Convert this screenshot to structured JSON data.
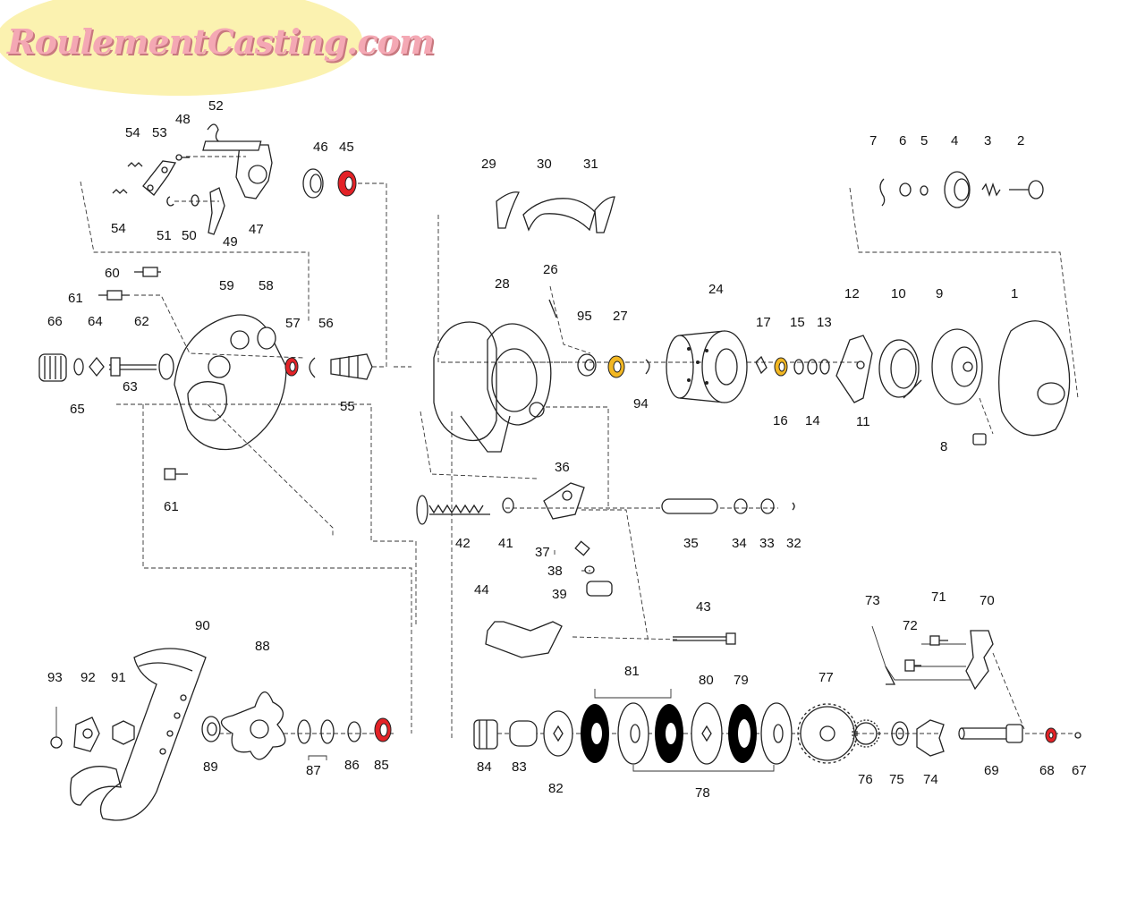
{
  "brand": {
    "logo_text": "RoulementCasting.com",
    "logo_bg": "#fbf2b0",
    "logo_color": "#f4a8b4"
  },
  "colors": {
    "bearing_red": "#e32227",
    "bearing_gold": "#f2b722",
    "black_washer": "#000000"
  },
  "labels": [
    {
      "id": "1",
      "text": "1"
    },
    {
      "id": "2",
      "text": "2"
    },
    {
      "id": "3",
      "text": "3"
    },
    {
      "id": "4",
      "text": "4"
    },
    {
      "id": "5",
      "text": "5"
    },
    {
      "id": "6",
      "text": "6"
    },
    {
      "id": "7",
      "text": "7"
    },
    {
      "id": "8",
      "text": "8"
    },
    {
      "id": "9",
      "text": "9"
    },
    {
      "id": "10",
      "text": "10"
    },
    {
      "id": "11",
      "text": "11"
    },
    {
      "id": "12",
      "text": "12"
    },
    {
      "id": "13",
      "text": "13"
    },
    {
      "id": "14",
      "text": "14"
    },
    {
      "id": "15",
      "text": "15"
    },
    {
      "id": "16",
      "text": "16"
    },
    {
      "id": "17",
      "text": "17"
    },
    {
      "id": "24",
      "text": "24"
    },
    {
      "id": "26",
      "text": "26"
    },
    {
      "id": "27",
      "text": "27"
    },
    {
      "id": "28",
      "text": "28"
    },
    {
      "id": "29",
      "text": "29"
    },
    {
      "id": "30",
      "text": "30"
    },
    {
      "id": "31",
      "text": "31"
    },
    {
      "id": "32",
      "text": "32"
    },
    {
      "id": "33",
      "text": "33"
    },
    {
      "id": "34",
      "text": "34"
    },
    {
      "id": "35",
      "text": "35"
    },
    {
      "id": "36",
      "text": "36"
    },
    {
      "id": "37",
      "text": "37"
    },
    {
      "id": "38",
      "text": "38"
    },
    {
      "id": "39",
      "text": "39"
    },
    {
      "id": "41",
      "text": "41"
    },
    {
      "id": "42",
      "text": "42"
    },
    {
      "id": "43",
      "text": "43"
    },
    {
      "id": "44",
      "text": "44"
    },
    {
      "id": "45",
      "text": "45"
    },
    {
      "id": "46",
      "text": "46"
    },
    {
      "id": "47",
      "text": "47"
    },
    {
      "id": "48",
      "text": "48"
    },
    {
      "id": "49",
      "text": "49"
    },
    {
      "id": "50",
      "text": "50"
    },
    {
      "id": "51",
      "text": "51"
    },
    {
      "id": "52",
      "text": "52"
    },
    {
      "id": "53",
      "text": "53"
    },
    {
      "id": "54a",
      "text": "54"
    },
    {
      "id": "54b",
      "text": "54"
    },
    {
      "id": "55",
      "text": "55"
    },
    {
      "id": "56",
      "text": "56"
    },
    {
      "id": "57",
      "text": "57"
    },
    {
      "id": "58",
      "text": "58"
    },
    {
      "id": "59",
      "text": "59"
    },
    {
      "id": "60",
      "text": "60"
    },
    {
      "id": "61a",
      "text": "61"
    },
    {
      "id": "61b",
      "text": "61"
    },
    {
      "id": "62",
      "text": "62"
    },
    {
      "id": "63",
      "text": "63"
    },
    {
      "id": "64",
      "text": "64"
    },
    {
      "id": "65",
      "text": "65"
    },
    {
      "id": "66",
      "text": "66"
    },
    {
      "id": "67",
      "text": "67"
    },
    {
      "id": "68",
      "text": "68"
    },
    {
      "id": "69",
      "text": "69"
    },
    {
      "id": "70",
      "text": "70"
    },
    {
      "id": "71",
      "text": "71"
    },
    {
      "id": "72",
      "text": "72"
    },
    {
      "id": "73",
      "text": "73"
    },
    {
      "id": "74",
      "text": "74"
    },
    {
      "id": "75",
      "text": "75"
    },
    {
      "id": "76",
      "text": "76"
    },
    {
      "id": "77",
      "text": "77"
    },
    {
      "id": "78",
      "text": "78"
    },
    {
      "id": "79",
      "text": "79"
    },
    {
      "id": "80",
      "text": "80"
    },
    {
      "id": "81",
      "text": "81"
    },
    {
      "id": "82",
      "text": "82"
    },
    {
      "id": "83",
      "text": "83"
    },
    {
      "id": "84",
      "text": "84"
    },
    {
      "id": "85",
      "text": "85"
    },
    {
      "id": "86",
      "text": "86"
    },
    {
      "id": "87",
      "text": "87"
    },
    {
      "id": "88",
      "text": "88"
    },
    {
      "id": "89",
      "text": "89"
    },
    {
      "id": "90",
      "text": "90"
    },
    {
      "id": "91",
      "text": "91"
    },
    {
      "id": "92",
      "text": "92"
    },
    {
      "id": "93",
      "text": "93"
    },
    {
      "id": "94",
      "text": "94"
    },
    {
      "id": "95",
      "text": "95"
    }
  ]
}
